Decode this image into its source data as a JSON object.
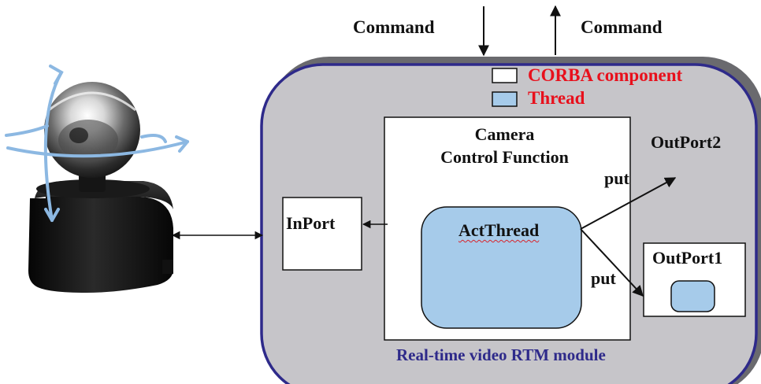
{
  "labels": {
    "command_in": "Command",
    "command_out": "Command",
    "legend_corba": "CORBA component",
    "legend_thread": "Thread",
    "camera_function_line1": "Camera",
    "camera_function_line2": "Control Function",
    "act_thread": "ActThread",
    "inport": "InPort",
    "outport1": "OutPort1",
    "outport2": "OutPort2",
    "put_upper": "put",
    "put_lower": "put",
    "module_name": "Real-time video RTM module"
  },
  "colors": {
    "module_fill": "#c6c5c9",
    "module_border": "#2e2a8a",
    "thread_fill": "#a6cbea",
    "legend_text": "#e8101c"
  },
  "icons": {
    "camera": "pan-tilt-camera-icon"
  }
}
